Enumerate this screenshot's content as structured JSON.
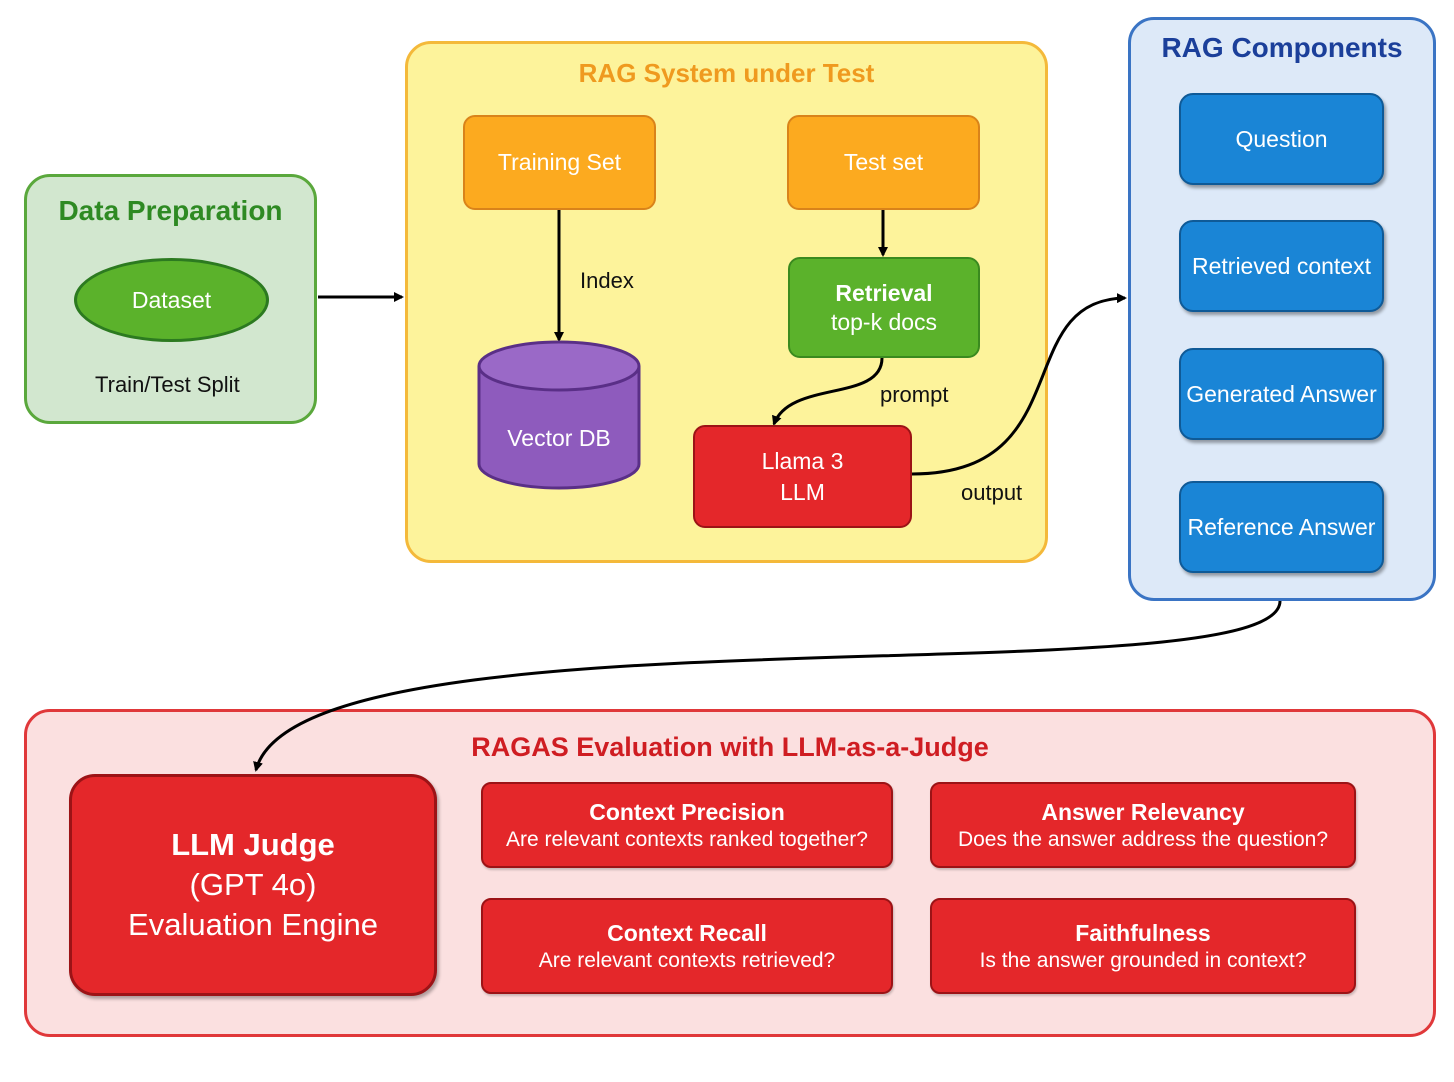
{
  "data_preparation": {
    "title": "Data Preparation",
    "dataset": "Dataset",
    "split_label": "Train/Test Split"
  },
  "rag_system": {
    "title": "RAG System under Test",
    "training_set": "Training Set",
    "test_set": "Test set",
    "index_label": "Index",
    "vector_db": "Vector DB",
    "retrieval": [
      "Retrieval",
      "top-k docs"
    ],
    "prompt_label": "prompt",
    "llm": [
      "Llama 3",
      "LLM"
    ],
    "output_label": "output"
  },
  "rag_components": {
    "title": "RAG Components",
    "items": [
      "Question",
      "Retrieved context",
      "Generated Answer",
      "Reference Answer"
    ]
  },
  "ragas_evaluation": {
    "title": "RAGAS Evaluation with LLM-as-a-Judge",
    "judge": [
      "LLM Judge",
      "(GPT 4o)",
      "Evaluation Engine"
    ],
    "metrics": [
      {
        "title": "Context Precision",
        "desc": "Are relevant contexts ranked together?"
      },
      {
        "title": "Answer Relevancy",
        "desc": "Does the answer address the question?"
      },
      {
        "title": "Context Recall",
        "desc": "Are relevant contexts retrieved?"
      },
      {
        "title": "Faithfulness",
        "desc": "Is the answer grounded in context?"
      }
    ]
  },
  "colors": {
    "data_prep_fill": "#d2e7cf",
    "rag_system_fill": "#fdf39b",
    "components_fill": "#dde9f8",
    "evaluation_fill": "#fbe0e0",
    "orange": "#fcaa1f",
    "green": "#5bb22b",
    "purple": "#8e5bbd",
    "red": "#e4272a",
    "blue": "#1a85d6"
  }
}
